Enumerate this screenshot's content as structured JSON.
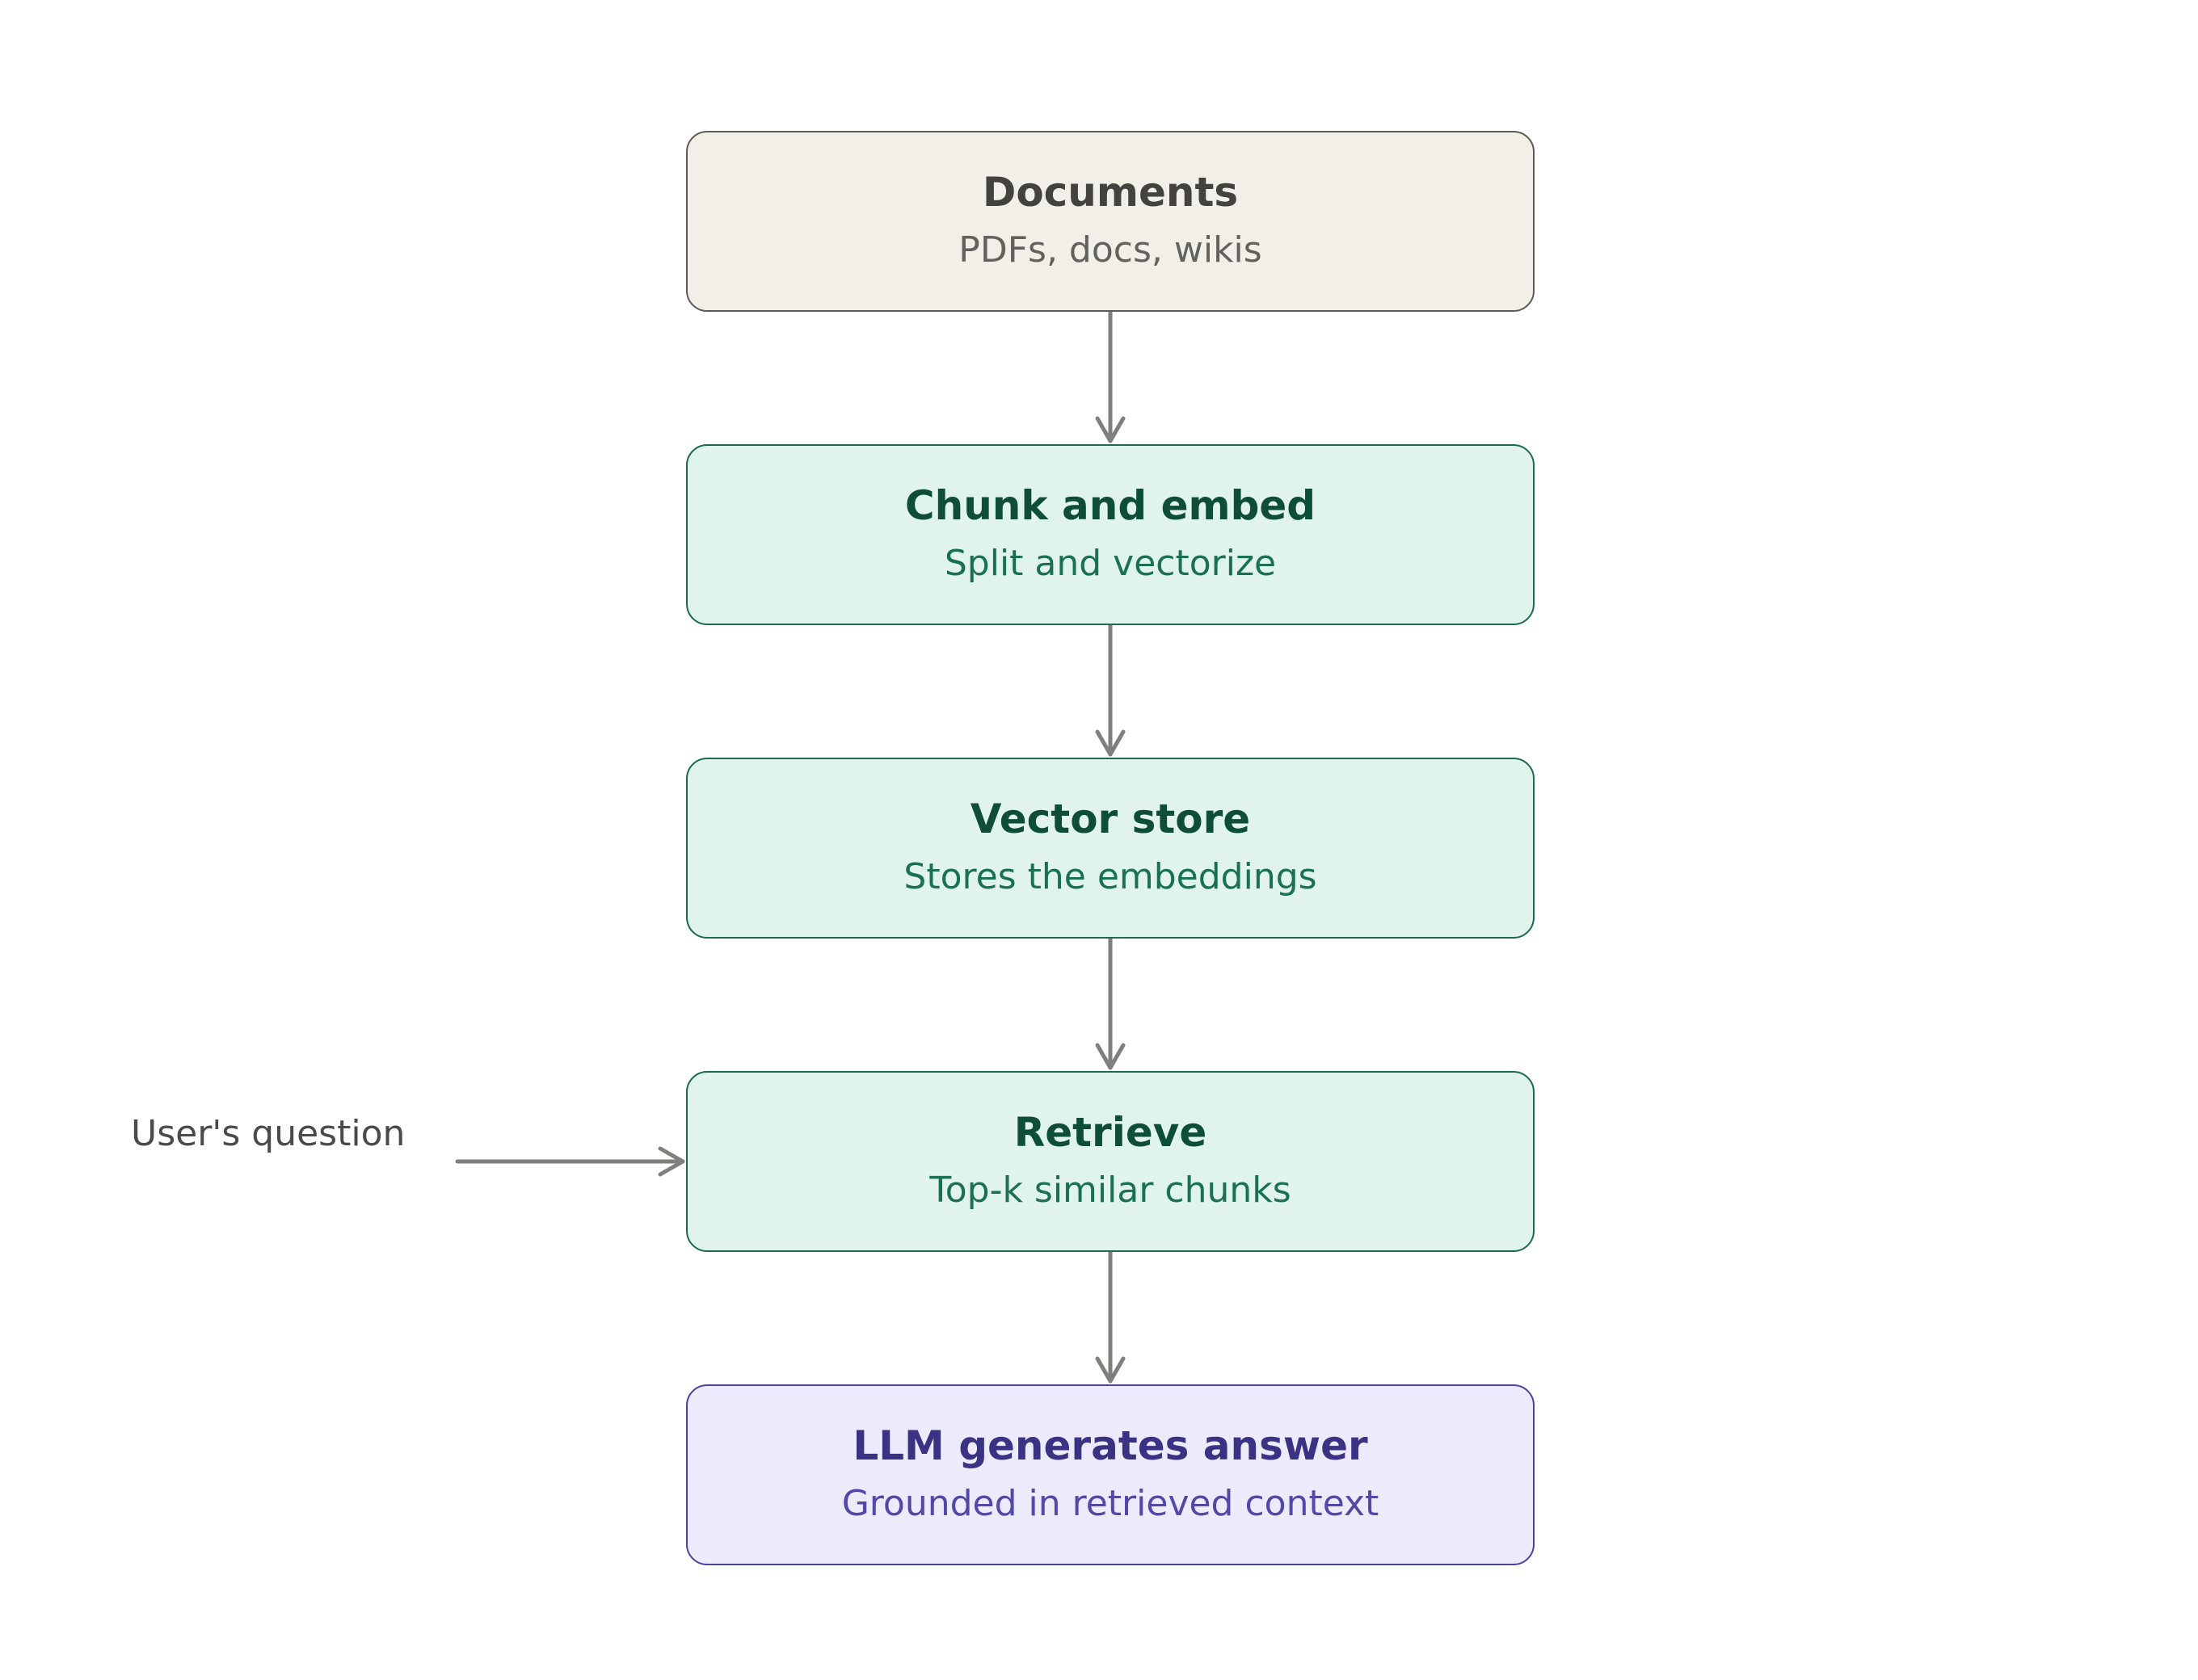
{
  "colors": {
    "arrow": "#7f7f7b",
    "neutral": {
      "fill": "#f2efe8",
      "stroke": "#5c5b57",
      "title": "#43423f",
      "subtitle": "#62615d"
    },
    "green": {
      "fill": "#e1f4ec",
      "stroke": "#1b6b4d",
      "title": "#0e4d38",
      "subtitle": "#1a7052"
    },
    "purple": {
      "fill": "#eceafb",
      "stroke": "#4b43a0",
      "title": "#3a3283",
      "subtitle": "#5148a8"
    }
  },
  "nodes": [
    {
      "id": "documents",
      "title": "Documents",
      "subtitle": "PDFs, docs, wikis",
      "style": "neutral"
    },
    {
      "id": "chunk",
      "title": "Chunk and embed",
      "subtitle": "Split and vectorize",
      "style": "green"
    },
    {
      "id": "vector",
      "title": "Vector store",
      "subtitle": "Stores the embeddings",
      "style": "green"
    },
    {
      "id": "retrieve",
      "title": "Retrieve",
      "subtitle": "Top-k similar chunks",
      "style": "green"
    },
    {
      "id": "llm",
      "title": "LLM generates answer",
      "subtitle": "Grounded in retrieved context",
      "style": "purple"
    }
  ],
  "edges": [
    {
      "from": "documents",
      "to": "chunk"
    },
    {
      "from": "chunk",
      "to": "vector"
    },
    {
      "from": "vector",
      "to": "retrieve"
    },
    {
      "from": "retrieve",
      "to": "llm"
    },
    {
      "from": "user_question",
      "to": "retrieve"
    }
  ],
  "user_question": {
    "label": "User's question"
  }
}
